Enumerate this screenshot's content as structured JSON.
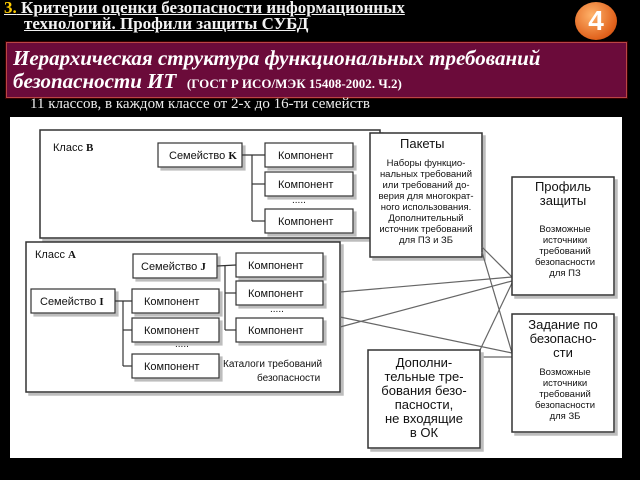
{
  "header": {
    "number": "3.",
    "title_line1": "Критерии оценки безопасности информационных",
    "title_line2": "технологий. Профили защиты СУБД",
    "slide_badge": "4"
  },
  "banner": {
    "line1": "Иерархическая структура функциональных требований",
    "line2": "безопасности ИТ",
    "standard": "(ГОСТ Р ИСО/МЭК 15408-2002. Ч.2)"
  },
  "subtitle": "11 классов, в каждом классе от 2-х до 16-ти семейств",
  "diagram": {
    "class_b": {
      "label": "Класс",
      "letter": "B"
    },
    "family_k": {
      "label": "Семейство",
      "letter": "K"
    },
    "class_a": {
      "label": "Класс",
      "letter": "A"
    },
    "family_j": {
      "label": "Семейство",
      "letter": "J"
    },
    "family_i": {
      "label": "Семейство",
      "letter": "I"
    },
    "component": "Компонент",
    "ellipsis": ".....",
    "packages": {
      "title": "Пакеты",
      "lines": [
        "Наборы функцио-",
        "нальных требований",
        "или требований до-",
        "верия для многократ-",
        "ного использования.",
        "Дополнительный",
        "источник требований",
        "для ПЗ и ЗБ"
      ]
    },
    "catalogs": [
      "Каталоги требований",
      "безопасности"
    ],
    "profile": {
      "title": [
        "Профиль",
        "защиты"
      ],
      "lines": [
        "Возможные",
        "источники",
        "требований",
        "безопасности",
        "для ПЗ"
      ]
    },
    "task": {
      "title": [
        "Задание по",
        "безопасно-",
        "сти"
      ],
      "lines": [
        "Возможные",
        "источники",
        "требований",
        "безопасности",
        "для ЗБ"
      ]
    },
    "additional": [
      "Дополни-",
      "тельные тре-",
      "бования безо-",
      "пасности,",
      "не входящие",
      "в ОК"
    ]
  }
}
